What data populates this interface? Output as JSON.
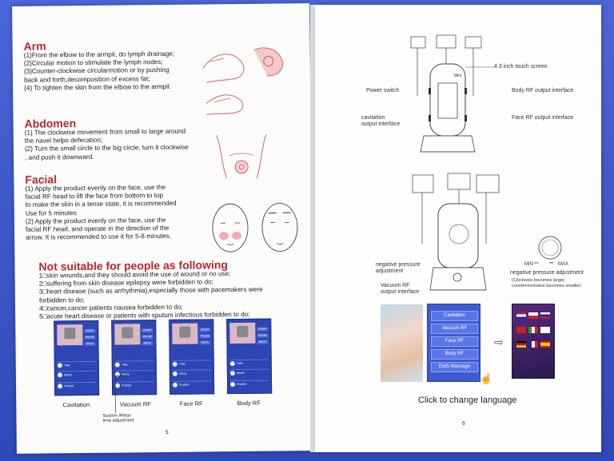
{
  "left_page": {
    "arm": {
      "title": "Arm",
      "lines": [
        "(1)From the elbow to the armpit, do lymph drainage;",
        "(2)Circular motion to stimulate the lymph nodes;",
        "(3)Counter-clockwise circularmotion or by pushing",
        "back and forth,decomposition of excess fat;",
        "(4) To tighten the skin from the elbow to the armpit"
      ]
    },
    "abdomen": {
      "title": "Abdomen",
      "lines": [
        "(1) The clockwise movement from small to large around",
        "the navel helps defecation;",
        "(2) Turn the small circle to the big circle, turn it clockwise",
        ", and push it downward."
      ]
    },
    "facial": {
      "title": "Facial",
      "lines": [
        "(1) Apply the product evenly on the face, use the",
        "facial RF head to lift the face from bottom to top",
        "to make the skin in a tense state, it is recommended",
        "Use for 5 minutes",
        "(2) Apply the product evenly on the face, use the",
        "facial RF head, and operate in the direction of the",
        "arrow. It is recommended to use it for 5-8 minutes."
      ]
    },
    "not_suitable": {
      "title": "Not suitable for people as following",
      "lines": [
        "1□skin wounds,and they should avoid the use of wound or no use;",
        "2□suffering from skin disease epilepsy were forbidden to do;",
        "3□heart disease (such as arrhythmia),especially those with pacemakers were",
        "forbidden to do;",
        "4□cancer,cancer patients nausea forbidden to do;",
        "5□acute heart disease or patients with sputum infectious forbidden to do;"
      ]
    },
    "screens": [
      {
        "caption": "Cavitation"
      },
      {
        "caption": "Vacuum RF"
      },
      {
        "caption": "Face RF"
      },
      {
        "caption": "Body RF"
      }
    ],
    "screen_buttons": [
      "START",
      "PAUSE",
      "BACK"
    ],
    "screen_rows": [
      "TIME",
      "MODE",
      "POWER"
    ],
    "suction_note": [
      "Suction /Relax",
      "time adjustment"
    ],
    "page_number": "5"
  },
  "right_page": {
    "labels": {
      "touch_screen": "4.3 inch touch screen",
      "mini": "Mini",
      "power_switch": "Power switch",
      "body_rf": "Body RF output interface",
      "cavitation": [
        "cavitation",
        "output  interface"
      ],
      "face_rf": "Face RF output interface",
      "negative_pressure": [
        "negative pressure",
        "adjustment"
      ],
      "vacuum_rf": [
        "Vacuum RF",
        "output interface"
      ],
      "min": "MIN",
      "max": "MAX",
      "pressure_adj": "negative pressure adjustment",
      "pressure_note": [
        "(Clockwise becomes larger,",
        "counterclockwise becomes smaller)"
      ]
    },
    "menu": [
      "Cavitation",
      "Vacuum RF",
      "Face RF",
      "Body RF",
      "EMS Massage"
    ],
    "click_text": "Click to change language",
    "page_number": "6",
    "colors": {
      "title_red": "#b8282d",
      "menu_blue": "#3f5ad2",
      "table_blue": "#3a56c9"
    }
  }
}
